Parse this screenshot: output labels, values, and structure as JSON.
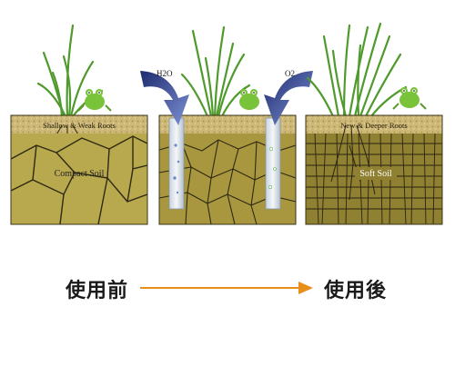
{
  "panels": [
    {
      "top_label": "Shallow & Weak Roots",
      "center_label": "Compact Soil"
    },
    {
      "water_label": "H2O",
      "oxygen_label": "O2"
    },
    {
      "top_label": "New & Deeper Roots",
      "center_label": "Soft Soil"
    }
  ],
  "footer": {
    "before_label": "使用前",
    "after_label": "使用後"
  },
  "colors": {
    "soil_compact": "#b9a94e",
    "soil_soft": "#8f8032",
    "soil_lines": "#2f2a12",
    "topsoil": "#cdb878",
    "grass": "#5aa431",
    "frog": "#79c33a",
    "arrow_orange": "#e88f1a",
    "injection_blue": "#5a6eb4"
  }
}
